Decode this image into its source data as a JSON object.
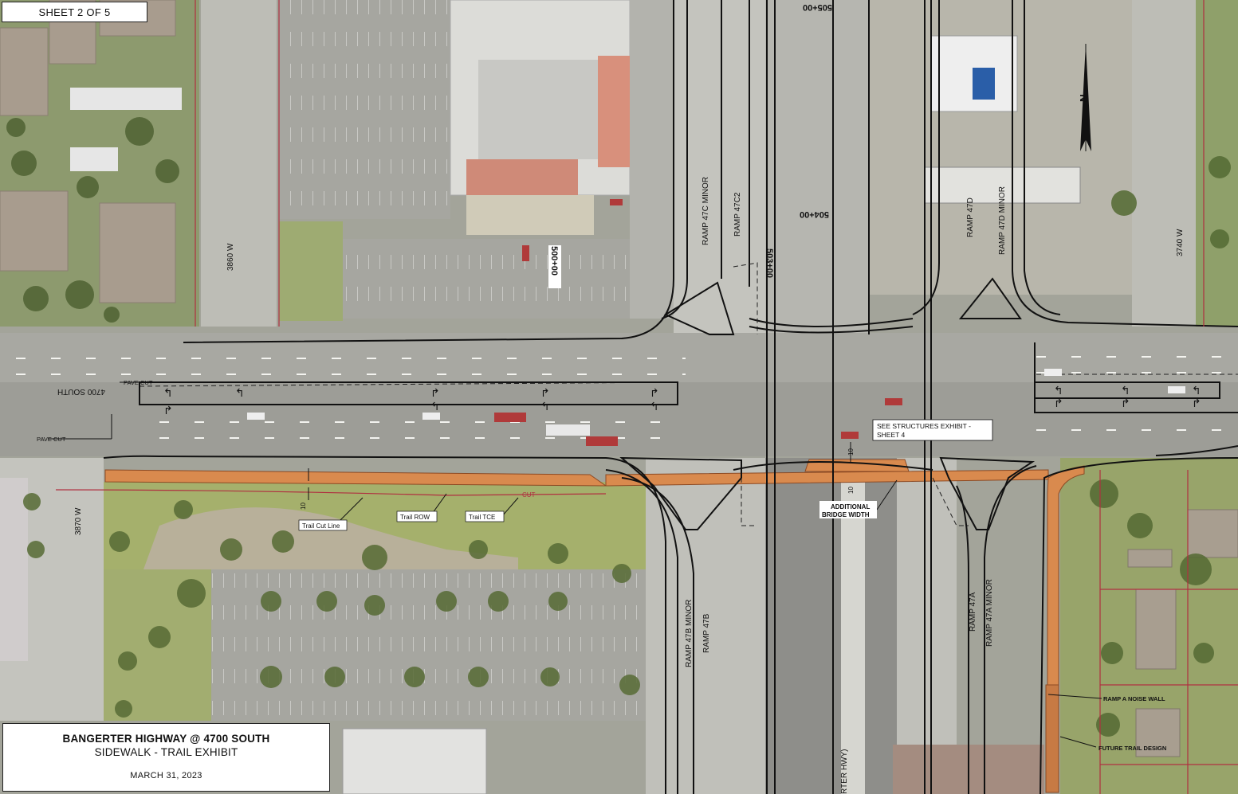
{
  "sheet": {
    "label": "SHEET 2 OF 5"
  },
  "title_block": {
    "title": "BANGERTER HIGHWAY @ 4700 SOUTH",
    "subtitle": "SIDEWALK - TRAIL EXHIBIT",
    "date": "MARCH 31, 2023"
  },
  "streets": {
    "w3860": "3860 W",
    "w3870": "3870 W",
    "w3740": "3740 W",
    "s4700": "4700 SOUTH",
    "bangerter": "RTER HWY)"
  },
  "ramps": {
    "r47c_minor": "RAMP 47C MINOR",
    "r47c2": "RAMP 47C2",
    "r47d": "RAMP 47D",
    "r47d_minor": "RAMP 47D MINOR",
    "r47b_minor": "RAMP 47B MINOR",
    "r47b": "RAMP 47B",
    "r47a": "RAMP 47A",
    "r47a_minor": "RAMP 47A MINOR"
  },
  "stations": {
    "s500": "500+00",
    "s505": "505+00",
    "s504": "504+00",
    "s503": "503+00"
  },
  "annotations": {
    "pave_cut": "PAVE CUT",
    "see_structures_1": "SEE STRUCTURES EXHIBIT -",
    "see_structures_2": "SHEET 4",
    "additional_1": "ADDITIONAL",
    "additional_2": "BRIDGE WIDTH",
    "trail_cut_line": "Trail Cut Line",
    "trail_row": "Trail ROW",
    "trail_tce": "Trail TCE",
    "cut": "CUT",
    "dim_10a": "10",
    "dim_10b": "10",
    "dim_10c": "10",
    "noise_wall": "RAMP A NOISE WALL",
    "future_trail": "FUTURE TRAIL DESIGN"
  },
  "north_arrow": {
    "letter": "N",
    "icon": "north-arrow-icon"
  },
  "colors": {
    "trail": "#d98a4e",
    "row_line": "#b03040",
    "pavement": "#c9c9c4",
    "grass": "#9aa56e"
  }
}
